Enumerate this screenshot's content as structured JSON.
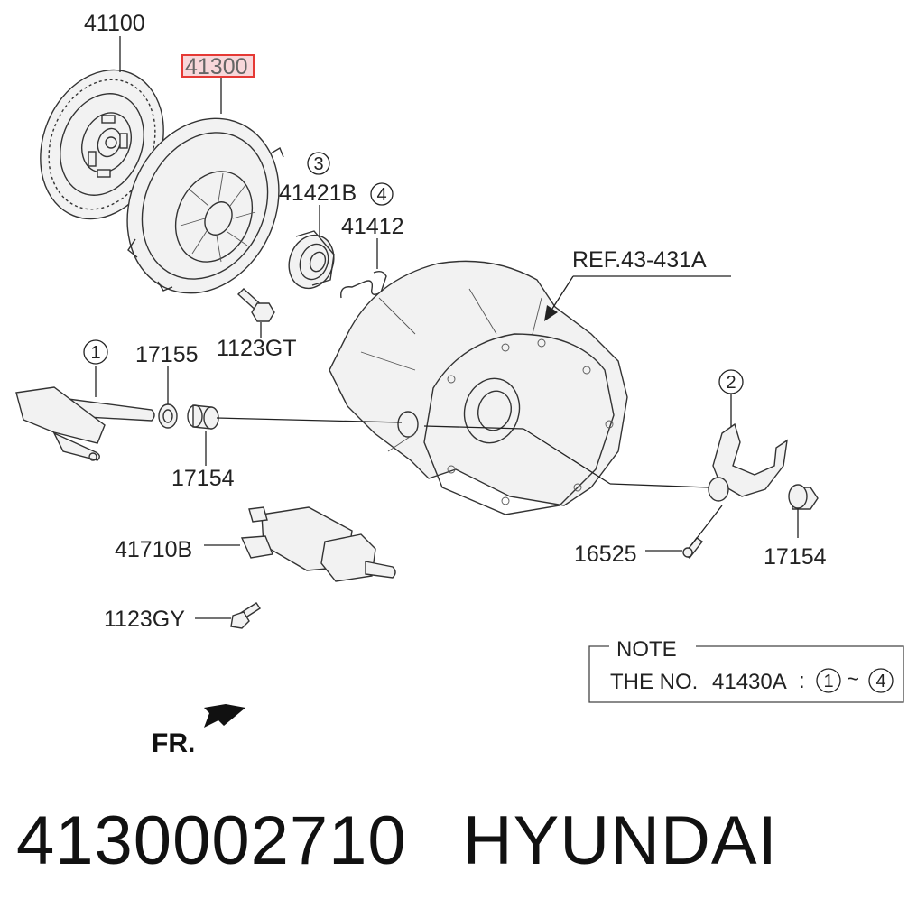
{
  "labels": {
    "l41100": "41100",
    "l41300": "41300",
    "l41421B": "41421B",
    "l41412": "41412",
    "l1123GT": "1123GT",
    "l17155": "17155",
    "l17154a": "17154",
    "l17154b": "17154",
    "l41710B": "41710B",
    "l1123GY": "1123GY",
    "l16525": "16525",
    "ref": "REF.43-431A",
    "fr": "FR."
  },
  "callouts": {
    "c1": "1",
    "c2": "2",
    "c3": "3",
    "c4": "4"
  },
  "note": {
    "title": "NOTE",
    "text": "THE NO.",
    "part": "41430A",
    "colon": ":",
    "range_start": "1",
    "tilde": "~",
    "range_end": "4"
  },
  "footer": {
    "part_number": "4130002710",
    "brand": "HYUNDAI"
  },
  "colors": {
    "highlight_border": "#e53935",
    "highlight_fill": "#f8d7da"
  }
}
